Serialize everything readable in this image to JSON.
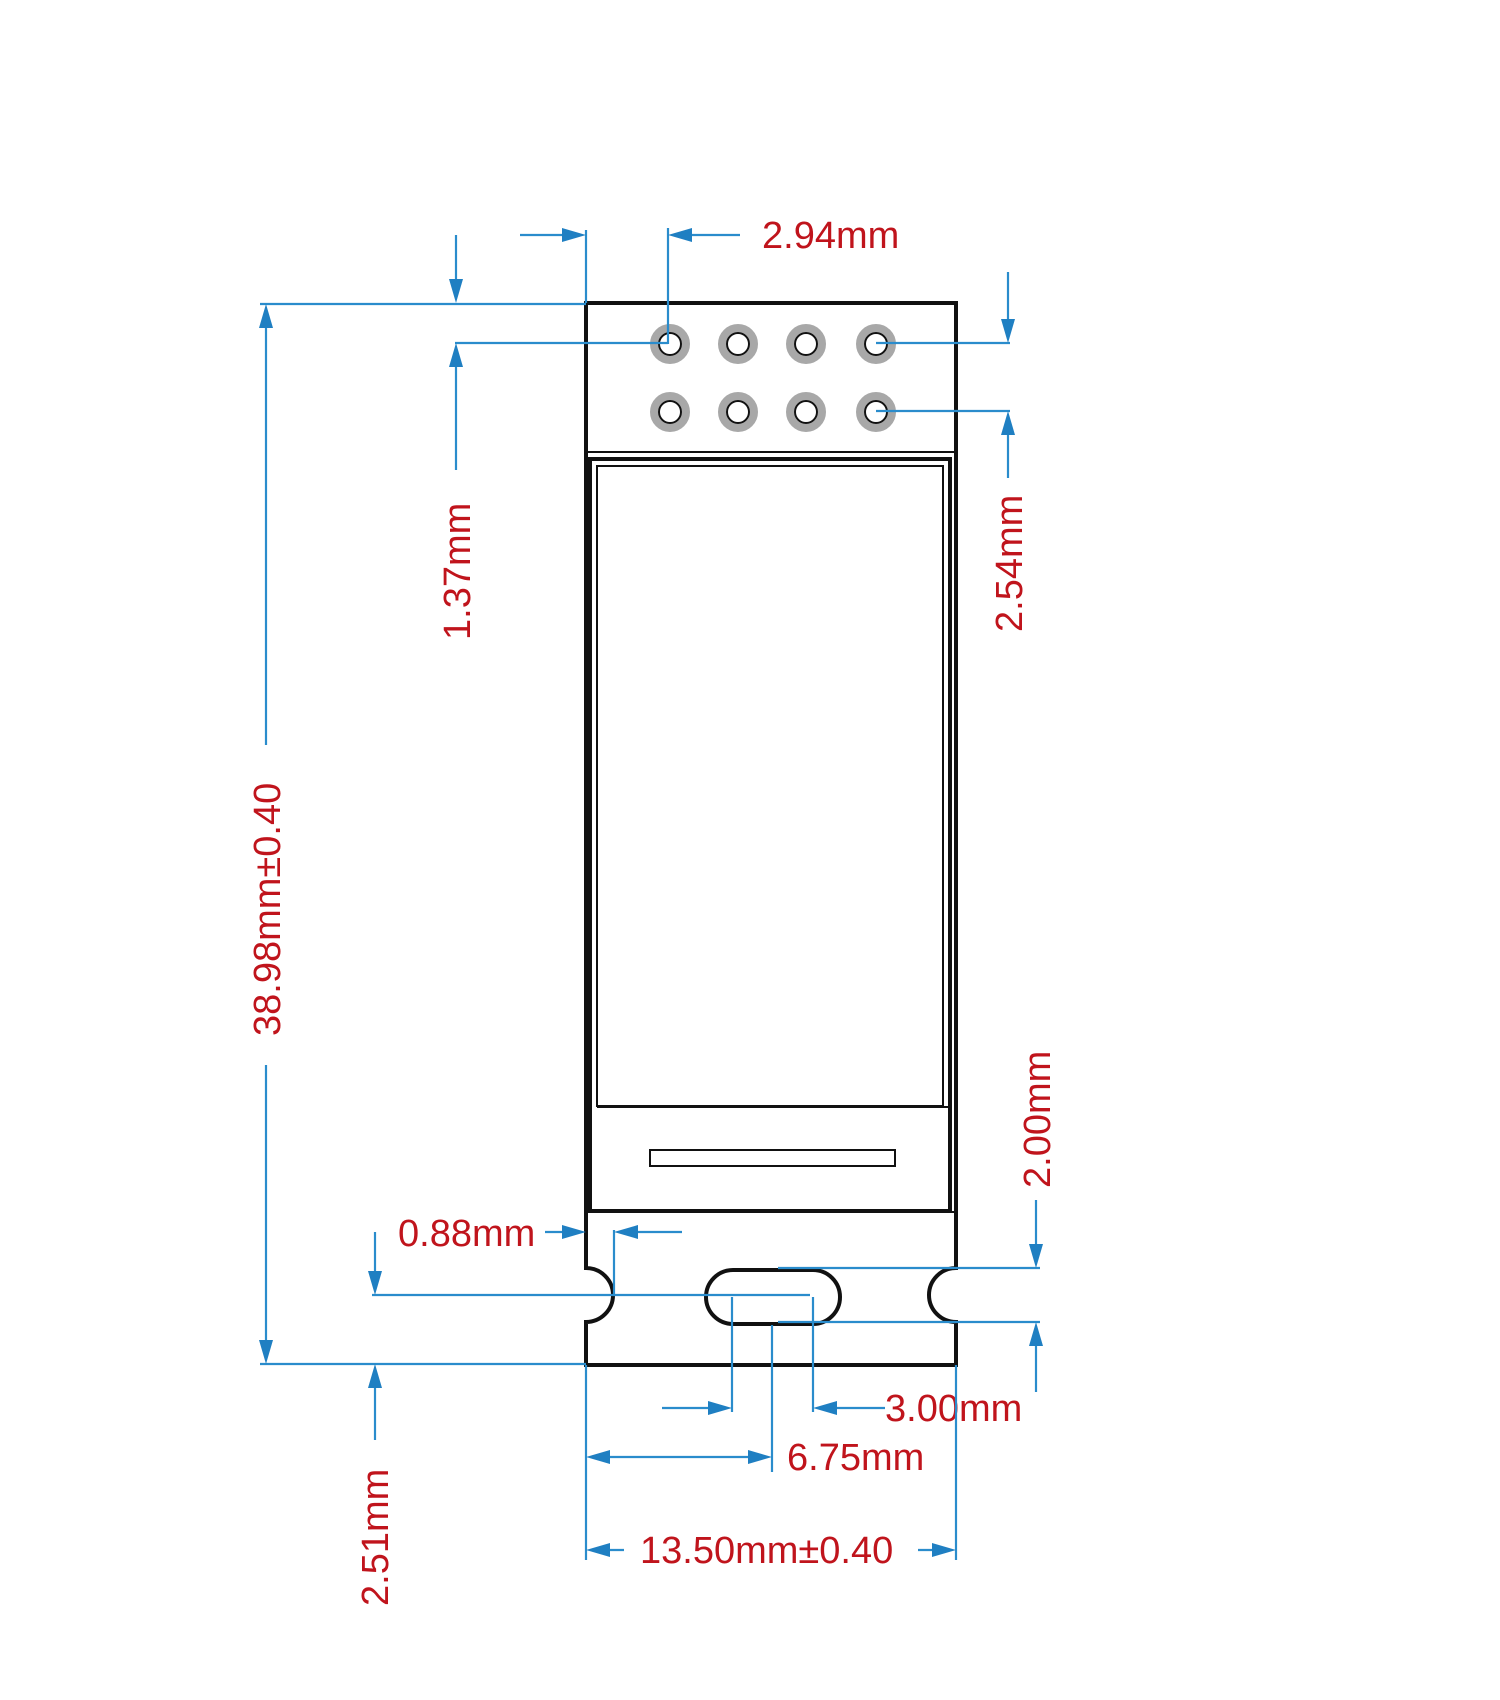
{
  "colors": {
    "dimension_line": "#2a8ccc",
    "dimension_text": "#c0141c",
    "outline": "#111111",
    "pin_ring": "#a8a8a8"
  },
  "pin_header": {
    "rows": 2,
    "columns": 4
  },
  "dimensions": {
    "pin_offset_x": "2.94mm",
    "pin_offset_y": "1.37mm",
    "pin_pitch": "2.54mm",
    "overall_height": "38.98mm±0.40",
    "notch_depth": "0.88mm",
    "slot_to_edge": "2.00mm",
    "slot_width": "3.00mm",
    "slot_center": "6.75mm",
    "overall_width": "13.50mm±0.40",
    "notch_height": "2.51mm"
  }
}
